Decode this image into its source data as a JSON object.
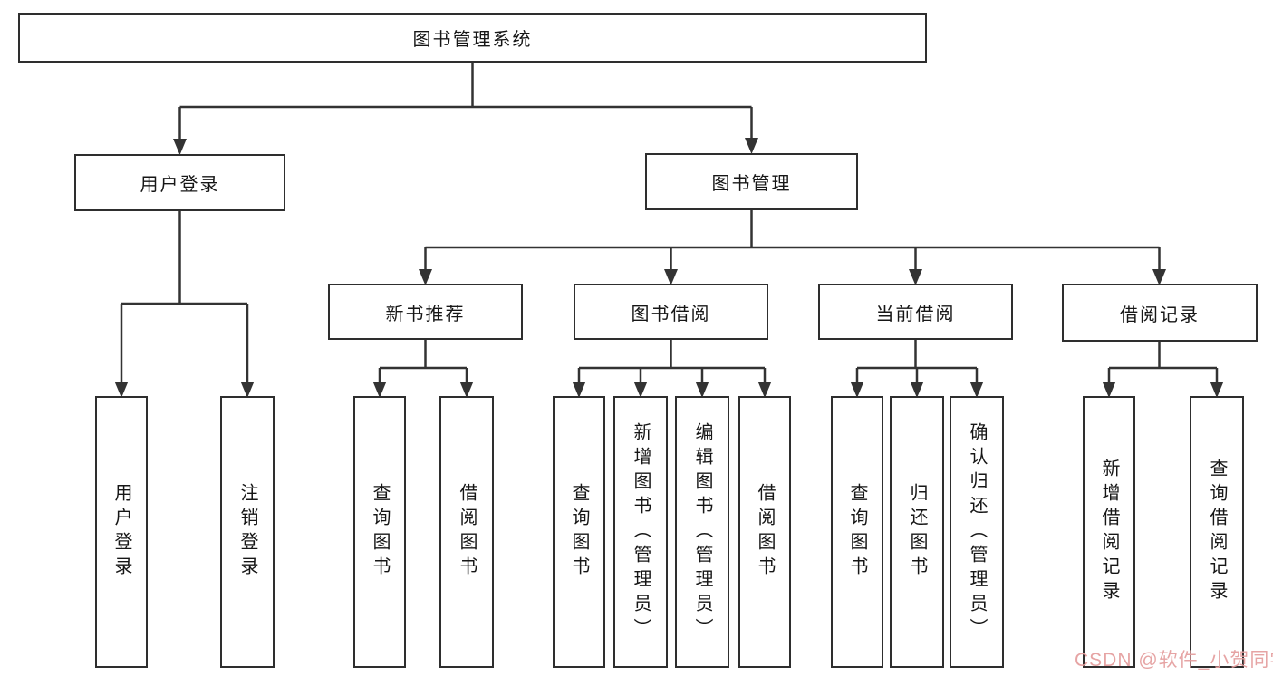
{
  "diagram": {
    "root": {
      "label": "图书管理系统"
    },
    "branches": [
      {
        "label": "用户登录"
      },
      {
        "label": "图书管理"
      }
    ],
    "modules": [
      {
        "label": "新书推荐"
      },
      {
        "label": "图书借阅"
      },
      {
        "label": "当前借阅"
      },
      {
        "label": "借阅记录"
      }
    ],
    "leaves": {
      "user": [
        {
          "label": "用户登录"
        },
        {
          "label": "注销登录"
        }
      ],
      "recommend": [
        {
          "label": "查询图书"
        },
        {
          "label": "借阅图书"
        }
      ],
      "borrow": [
        {
          "label": "查询图书"
        },
        {
          "label": "新增图书（管理员）"
        },
        {
          "label": "编辑图书（管理员）"
        },
        {
          "label": "借阅图书"
        }
      ],
      "current": [
        {
          "label": "查询图书"
        },
        {
          "label": "归还图书"
        },
        {
          "label": "确认归还（管理员）"
        }
      ],
      "records": [
        {
          "label": "新增借阅记录"
        },
        {
          "label": "查询借阅记录"
        }
      ]
    }
  },
  "watermark": {
    "text": "CSDN @软件_小贺同学"
  },
  "colors": {
    "background": "#ffffff",
    "line": "#333333",
    "box_border": "#2e2e2e",
    "text": "#161616",
    "watermark": "#e59f9f"
  }
}
